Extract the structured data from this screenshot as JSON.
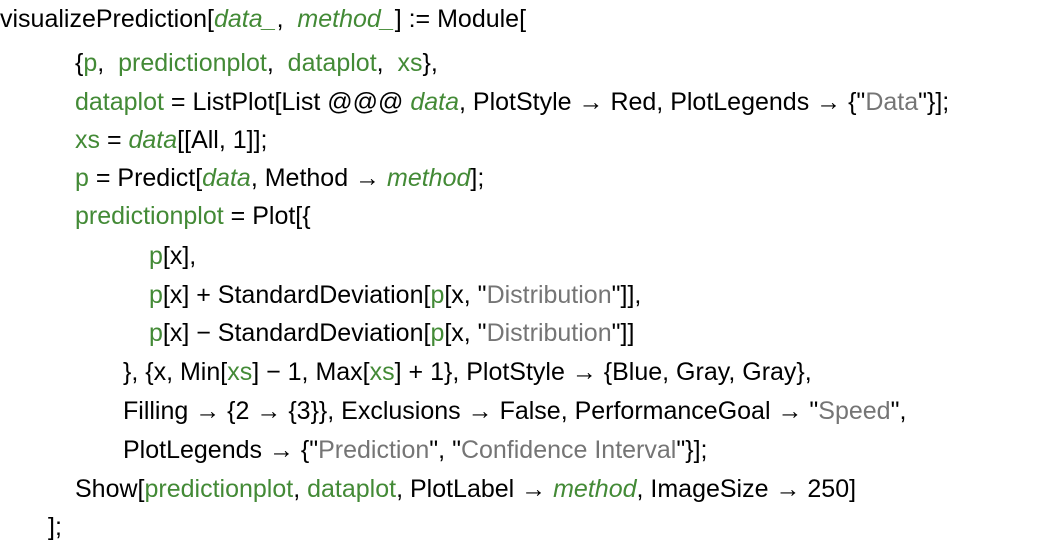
{
  "colors": {
    "plain": "#000000",
    "local_variable": "#438a36",
    "pattern_argument": "#438a36",
    "string_content": "#757575",
    "background": "#ffffff"
  },
  "code_lines": [
    {
      "tokens": [
        {
          "t": "visualizePrediction[",
          "k": "plain"
        },
        {
          "t": "data_",
          "k": "arg"
        },
        {
          "t": ",  ",
          "k": "plain"
        },
        {
          "t": "method_",
          "k": "arg"
        },
        {
          "t": "] := Module[",
          "k": "plain"
        }
      ]
    },
    {
      "tokens": [
        {
          "t": "{",
          "k": "plain"
        },
        {
          "t": "p",
          "k": "var"
        },
        {
          "t": ",  ",
          "k": "plain"
        },
        {
          "t": "predictionplot",
          "k": "var"
        },
        {
          "t": ",  ",
          "k": "plain"
        },
        {
          "t": "dataplot",
          "k": "var"
        },
        {
          "t": ",  ",
          "k": "plain"
        },
        {
          "t": "xs",
          "k": "var"
        },
        {
          "t": "},",
          "k": "plain"
        }
      ]
    },
    {
      "tokens": [
        {
          "t": "dataplot",
          "k": "var"
        },
        {
          "t": " = ListPlot[List @@@ ",
          "k": "plain"
        },
        {
          "t": "data",
          "k": "arg"
        },
        {
          "t": ", PlotStyle → Red, PlotLegends → {\"",
          "k": "plain"
        },
        {
          "t": "Data",
          "k": "str"
        },
        {
          "t": "\"}];",
          "k": "plain"
        }
      ]
    },
    {
      "tokens": [
        {
          "t": "xs",
          "k": "var"
        },
        {
          "t": " = ",
          "k": "plain"
        },
        {
          "t": "data",
          "k": "arg"
        },
        {
          "t": "[[All, 1]];",
          "k": "plain"
        }
      ]
    },
    {
      "tokens": [
        {
          "t": "p",
          "k": "var"
        },
        {
          "t": " = Predict[",
          "k": "plain"
        },
        {
          "t": "data",
          "k": "arg"
        },
        {
          "t": ", Method → ",
          "k": "plain"
        },
        {
          "t": "method",
          "k": "arg"
        },
        {
          "t": "];",
          "k": "plain"
        }
      ]
    },
    {
      "tokens": [
        {
          "t": "predictionplot",
          "k": "var"
        },
        {
          "t": " = Plot[{",
          "k": "plain"
        }
      ]
    },
    {
      "tokens": [
        {
          "t": "p",
          "k": "var"
        },
        {
          "t": "[x],",
          "k": "plain"
        }
      ]
    },
    {
      "tokens": [
        {
          "t": "p",
          "k": "var"
        },
        {
          "t": "[x] + StandardDeviation[",
          "k": "plain"
        },
        {
          "t": "p",
          "k": "var"
        },
        {
          "t": "[x, \"",
          "k": "plain"
        },
        {
          "t": "Distribution",
          "k": "str"
        },
        {
          "t": "\"]],",
          "k": "plain"
        }
      ]
    },
    {
      "tokens": [
        {
          "t": "p",
          "k": "var"
        },
        {
          "t": "[x] − StandardDeviation[",
          "k": "plain"
        },
        {
          "t": "p",
          "k": "var"
        },
        {
          "t": "[x, \"",
          "k": "plain"
        },
        {
          "t": "Distribution",
          "k": "str"
        },
        {
          "t": "\"]]",
          "k": "plain"
        }
      ]
    },
    {
      "tokens": [
        {
          "t": "}, {x, Min[",
          "k": "plain"
        },
        {
          "t": "xs",
          "k": "var"
        },
        {
          "t": "] − 1, Max[",
          "k": "plain"
        },
        {
          "t": "xs",
          "k": "var"
        },
        {
          "t": "] + 1}, PlotStyle → {Blue, Gray, Gray},",
          "k": "plain"
        }
      ]
    },
    {
      "tokens": [
        {
          "t": "Filling → {2 → {3}}, Exclusions → False, PerformanceGoal → \"",
          "k": "plain"
        },
        {
          "t": "Speed",
          "k": "str"
        },
        {
          "t": "\",",
          "k": "plain"
        }
      ]
    },
    {
      "tokens": [
        {
          "t": "PlotLegends → {\"",
          "k": "plain"
        },
        {
          "t": "Prediction",
          "k": "str"
        },
        {
          "t": "\", \"",
          "k": "plain"
        },
        {
          "t": "Confidence Interval",
          "k": "str"
        },
        {
          "t": "\"}];",
          "k": "plain"
        }
      ]
    },
    {
      "tokens": [
        {
          "t": "Show[",
          "k": "plain"
        },
        {
          "t": "predictionplot",
          "k": "var"
        },
        {
          "t": ", ",
          "k": "plain"
        },
        {
          "t": "dataplot",
          "k": "var"
        },
        {
          "t": ", PlotLabel → ",
          "k": "plain"
        },
        {
          "t": "method",
          "k": "arg"
        },
        {
          "t": ", ImageSize → 250]",
          "k": "plain"
        }
      ]
    },
    {
      "tokens": [
        {
          "t": "];",
          "k": "plain"
        }
      ]
    }
  ]
}
